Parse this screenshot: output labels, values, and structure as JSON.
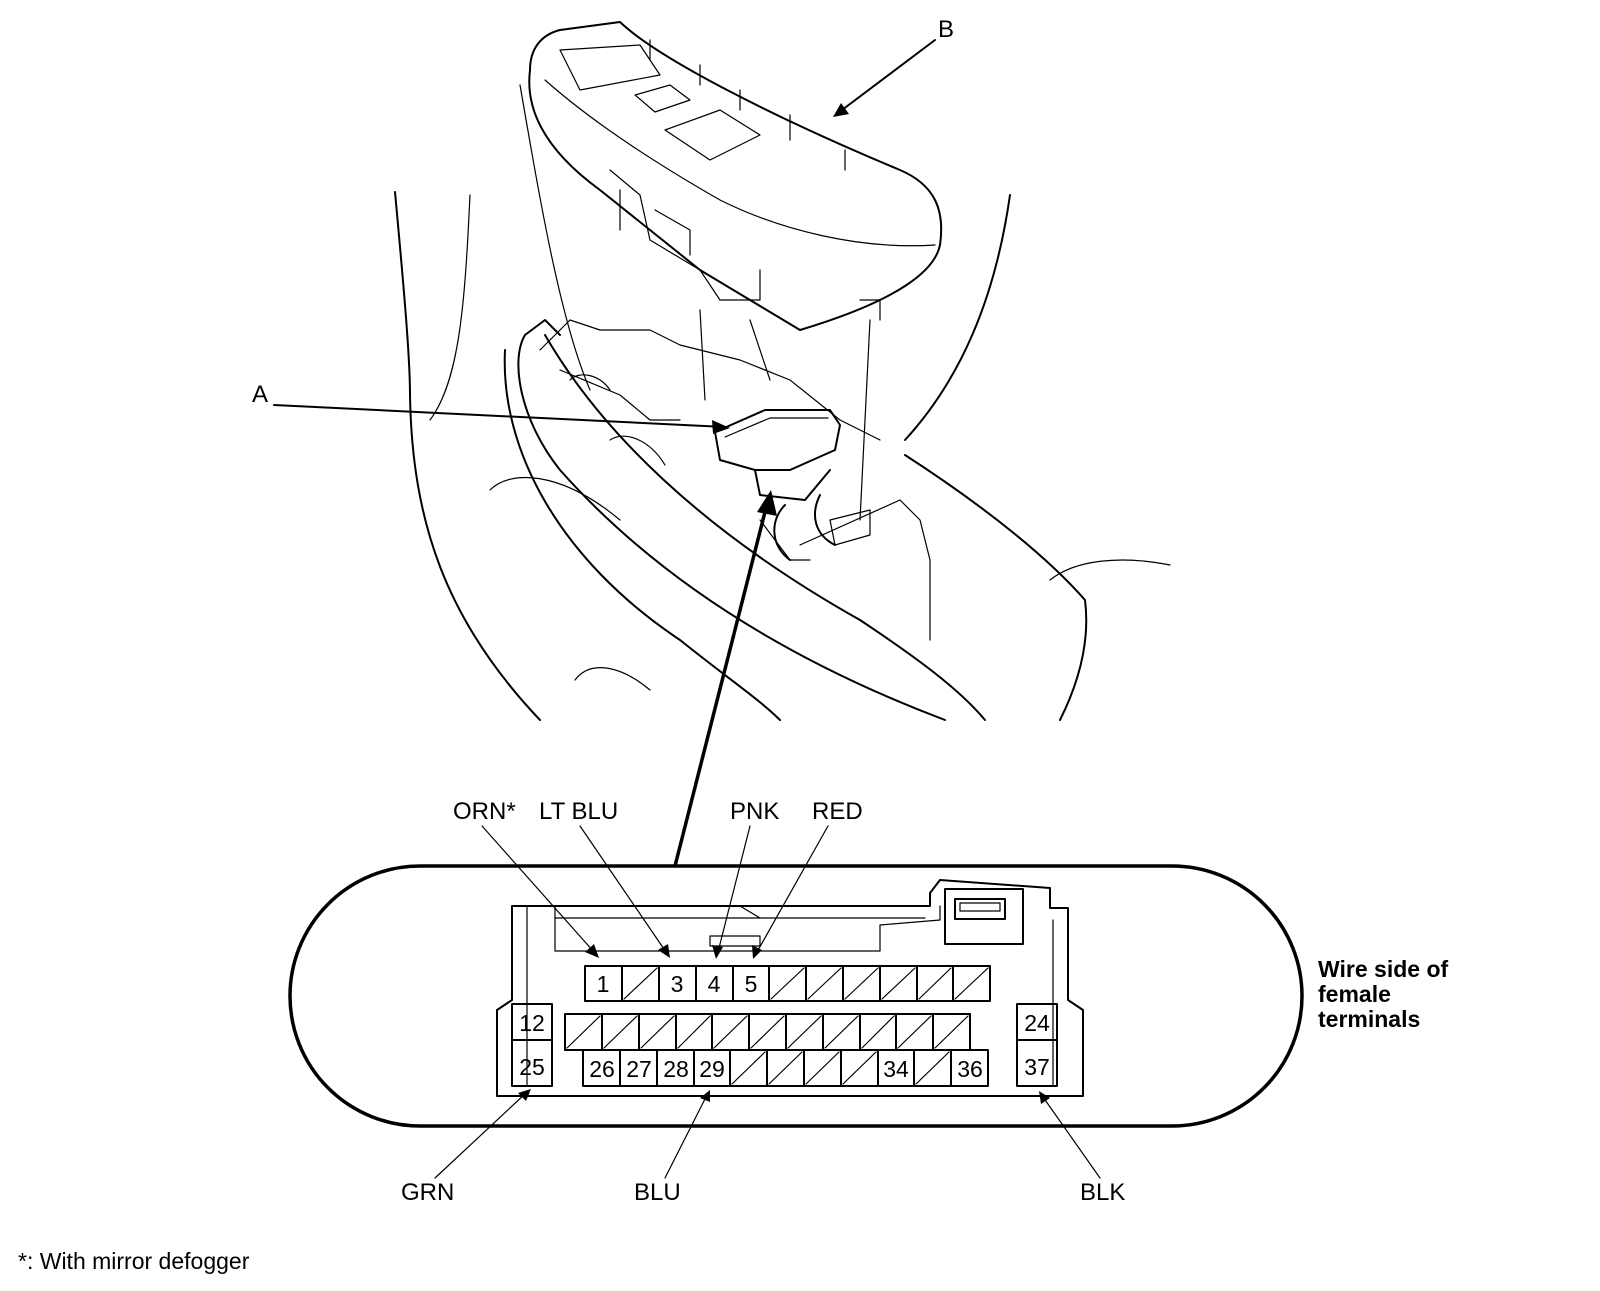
{
  "callouts": {
    "a": "A",
    "b": "B"
  },
  "wires": {
    "orn": "ORN*",
    "lt_blu": "LT BLU",
    "pnk": "PNK",
    "red": "RED",
    "grn": "GRN",
    "blu": "BLU",
    "blk": "BLK"
  },
  "connector": {
    "side_label": [
      "Wire side of",
      "female",
      "terminals"
    ],
    "terminals": {
      "t1": "1",
      "t3": "3",
      "t4": "4",
      "t5": "5",
      "t12": "12",
      "t24": "24",
      "t25": "25",
      "t26": "26",
      "t27": "27",
      "t28": "28",
      "t29": "29",
      "t34": "34",
      "t36": "36",
      "t37": "37"
    }
  },
  "footnote": "*: With mirror defogger"
}
